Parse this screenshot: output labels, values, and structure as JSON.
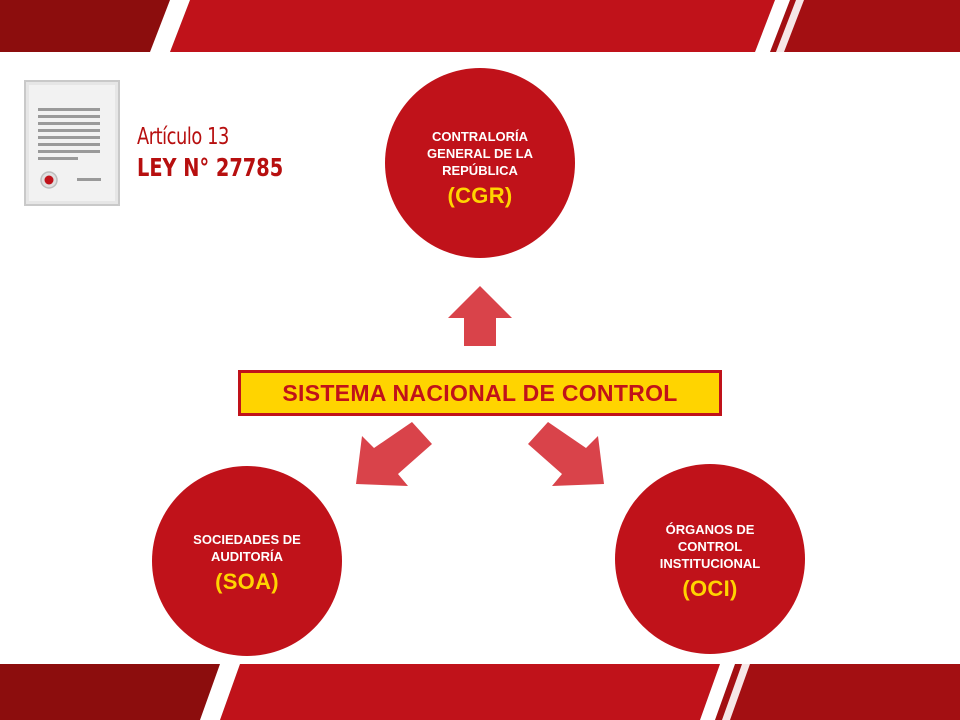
{
  "law": {
    "article": "Artículo 13",
    "number": "LEY N° 27785"
  },
  "center": {
    "title": "SISTEMA NACIONAL DE CONTROL"
  },
  "nodes": {
    "cgr": {
      "label": "CONTRALORÍA GENERAL DE LA REPÚBLICA",
      "abbr": "(CGR)"
    },
    "soa": {
      "label": "SOCIEDADES DE AUDITORÍA",
      "abbr": "(SOA)"
    },
    "oci": {
      "label": "ÓRGANOS DE CONTROL INSTITUCIONAL",
      "abbr": "(OCI)"
    }
  },
  "icons": {
    "document": "document-icon",
    "arrows": [
      "arrow-up-icon",
      "arrow-down-left-icon",
      "arrow-down-right-icon"
    ]
  },
  "colors": {
    "primary_red": "#c0121a",
    "dark_red": "#7d0a0a",
    "arrow_red": "#d9434a",
    "accent_yellow": "#ffd400",
    "law_text": "#b70f0f"
  }
}
